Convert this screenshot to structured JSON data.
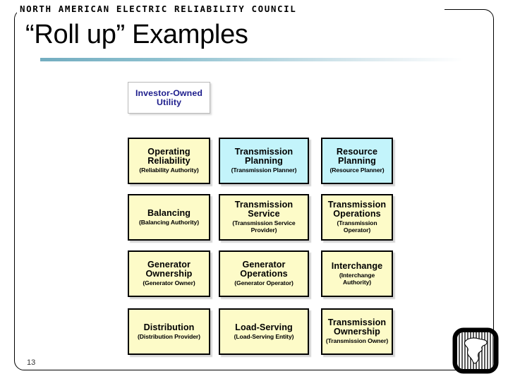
{
  "slide": {
    "organization_banner": "NORTH AMERICAN ELECTRIC RELIABILITY COUNCIL",
    "title": "“Roll up” Examples",
    "page_number": "13",
    "logo_name": "nerc-north-america-logo"
  },
  "colors": {
    "yellow_fill": "#FDFBC8",
    "cyan_fill": "#C3F4FB",
    "root_text": "#1D1D8C",
    "border": "#000000",
    "rule_accent": "#73ADC0"
  },
  "diagram": {
    "root": {
      "main": "Investor-Owned Utility",
      "line1": "Investor-Owned",
      "line2": "Utility",
      "fill": "white"
    },
    "nodes": [
      {
        "id": "operating-reliability",
        "line1": "Operating",
        "line2": "Reliability",
        "sub": "(Reliability Authority)",
        "fill": "yellow",
        "row": 1,
        "col": 1
      },
      {
        "id": "transmission-planning",
        "line1": "Transmission",
        "line2": "Planning",
        "sub": "(Transmission Planner)",
        "fill": "cyan",
        "row": 1,
        "col": 2
      },
      {
        "id": "resource-planning",
        "line1": "Resource",
        "line2": "Planning",
        "sub": "(Resource Planner)",
        "fill": "cyan",
        "row": 1,
        "col": 3
      },
      {
        "id": "balancing",
        "line1": "Balancing",
        "line2": "",
        "sub": "(Balancing Authority)",
        "fill": "yellow",
        "row": 2,
        "col": 1
      },
      {
        "id": "transmission-service",
        "line1": "Transmission",
        "line2": "Service",
        "sub": "(Transmission Service Provider)",
        "fill": "yellow",
        "row": 2,
        "col": 2
      },
      {
        "id": "transmission-operations",
        "line1": "Transmission",
        "line2": "Operations",
        "sub": "(Transmission Operator)",
        "fill": "yellow",
        "row": 2,
        "col": 3
      },
      {
        "id": "generator-ownership",
        "line1": "Generator",
        "line2": "Ownership",
        "sub": "(Generator Owner)",
        "fill": "yellow",
        "row": 3,
        "col": 1
      },
      {
        "id": "generator-operations",
        "line1": "Generator",
        "line2": "Operations",
        "sub": "(Generator Operator)",
        "fill": "yellow",
        "row": 3,
        "col": 2
      },
      {
        "id": "interchange",
        "line1": "Interchange",
        "line2": "",
        "sub": "(Interchange Authority)",
        "fill": "yellow",
        "row": 3,
        "col": 3
      },
      {
        "id": "distribution",
        "line1": "Distribution",
        "line2": "",
        "sub": "(Distribution Provider)",
        "fill": "yellow",
        "row": 4,
        "col": 1
      },
      {
        "id": "load-serving",
        "line1": "Load-Serving",
        "line2": "",
        "sub": "(Load-Serving Entity)",
        "fill": "yellow",
        "row": 4,
        "col": 2
      },
      {
        "id": "transmission-ownership",
        "line1": "Transmission",
        "line2": "Ownership",
        "sub": "(Transmission Owner)",
        "fill": "yellow",
        "row": 4,
        "col": 3
      }
    ]
  }
}
